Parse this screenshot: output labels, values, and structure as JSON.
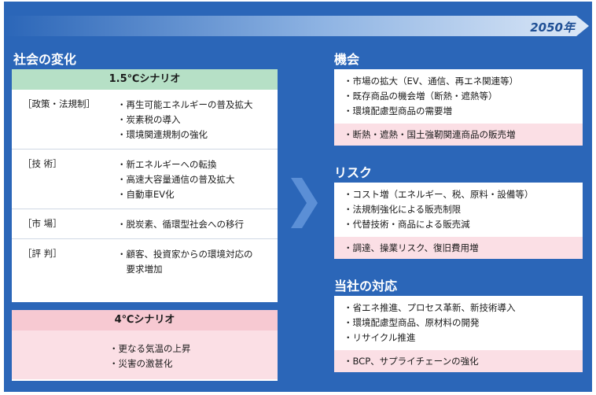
{
  "timeline": {
    "year": "2050年"
  },
  "left": {
    "heading": "社会の変化",
    "scenario_15": {
      "title": "1.5℃シナリオ",
      "sections": [
        {
          "label": "［政策・法規制］",
          "items": [
            "・再生可能エネルギーの普及拡大",
            "・炭素税の導入",
            "・環境関連規制の強化"
          ]
        },
        {
          "label": "［技 術］",
          "items": [
            "・新エネルギーへの転換",
            "・高速大容量通信の普及拡大",
            "・自動車EV化"
          ]
        },
        {
          "label": "［市 場］",
          "items": [
            "・脱炭素、循環型社会への移行"
          ]
        },
        {
          "label": "［評 判］",
          "items": [
            "・顧客、投資家からの環境対応の",
            "　要求増加"
          ]
        }
      ]
    },
    "scenario_4": {
      "title": "4℃シナリオ",
      "items": [
        "・更なる気温の上昇",
        "・災害の激甚化"
      ]
    }
  },
  "right": {
    "opportunity": {
      "heading": "機会",
      "items": [
        "・市場の拡大（EV、通信、再エネ関連等）",
        "・既存商品の機会増（断熱・遮熱等）",
        "・環境配慮型商品の需要増"
      ],
      "highlight": "・断熱・遮熱・国土強靭関連商品の販売増"
    },
    "risk": {
      "heading": "リスク",
      "items": [
        "・コスト増（エネルギー、税、原料・設備等）",
        "・法規制強化による販売制限",
        "・代替技術・商品による販売減"
      ],
      "highlight": "・調達、操業リスク、復旧費用増"
    },
    "response": {
      "heading": "当社の対応",
      "items": [
        "・省エネ推進、プロセス革新、新技術導入",
        "・環境配慮型商品、原材料の開発",
        "・リサイクル推進"
      ],
      "highlight": "・BCP、サプライチェーンの強化"
    }
  },
  "colors": {
    "background": "#2b66b8",
    "green_header": "#b6e0c6",
    "pink_header": "#f7c9d2",
    "pink_body": "#fbdfe5"
  }
}
